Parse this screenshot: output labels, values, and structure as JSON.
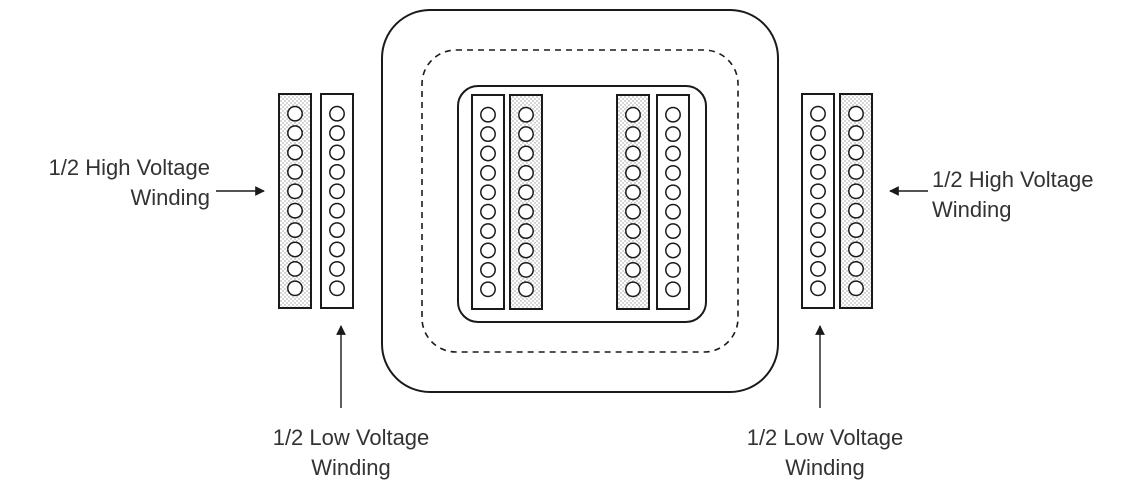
{
  "labels": {
    "left_high": {
      "line1": "1/2 High Voltage",
      "line2": "Winding"
    },
    "right_high": {
      "line1": "1/2 High Voltage",
      "line2": "Winding"
    },
    "left_low": {
      "line1": "1/2 Low Voltage",
      "line2": "Winding"
    },
    "right_low": {
      "line1": "1/2 Low Voltage",
      "line2": "Winding"
    }
  },
  "colors": {
    "stroke": "#1a1a1a",
    "label_text": "#333333",
    "stipple": "#999999",
    "background": "#ffffff"
  },
  "winding": {
    "turns_per_column": 10
  }
}
